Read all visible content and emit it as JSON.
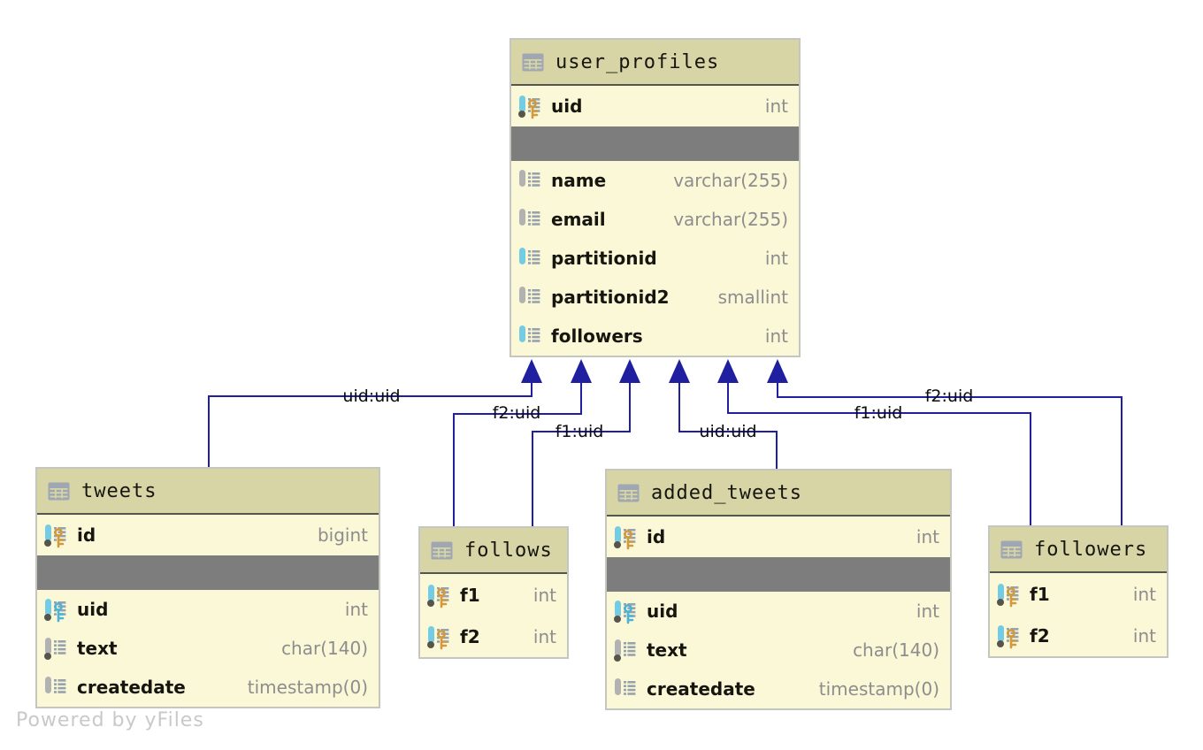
{
  "watermark": "Powered by yFiles",
  "colors": {
    "edge": "#1f1f9f",
    "table_header_bg": "#d7d4a6",
    "table_body_bg": "#fbf8d8",
    "separator_bar": "#7d7d7d",
    "key_gold": "#d29a3e",
    "key_blue": "#49b3d9",
    "column_bar_cyan": "#74cbe4",
    "column_bar_gray": "#b2b2b2"
  },
  "tables": [
    {
      "name": "user_profiles",
      "rows": [
        {
          "name": "uid",
          "type": "int",
          "icon": {
            "bar": "cyan",
            "key": "gold",
            "dot": "true"
          }
        },
        {
          "name": "name",
          "type": "varchar(255)",
          "icon": {
            "bar": "gray",
            "key": "none",
            "dot": "false"
          }
        },
        {
          "name": "email",
          "type": "varchar(255)",
          "icon": {
            "bar": "gray",
            "key": "none",
            "dot": "false"
          }
        },
        {
          "name": "partitionid",
          "type": "int",
          "icon": {
            "bar": "cyan",
            "key": "none",
            "dot": "false"
          }
        },
        {
          "name": "partitionid2",
          "type": "smallint",
          "icon": {
            "bar": "gray",
            "key": "none",
            "dot": "false"
          }
        },
        {
          "name": "followers",
          "type": "int",
          "icon": {
            "bar": "cyan",
            "key": "none",
            "dot": "false"
          }
        }
      ]
    },
    {
      "name": "tweets",
      "rows": [
        {
          "name": "id",
          "type": "bigint",
          "icon": {
            "bar": "cyan",
            "key": "gold",
            "dot": "true"
          }
        },
        {
          "name": "uid",
          "type": "int",
          "icon": {
            "bar": "cyan",
            "key": "blue",
            "dot": "true"
          }
        },
        {
          "name": "text",
          "type": "char(140)",
          "icon": {
            "bar": "gray",
            "key": "none",
            "dot": "true"
          }
        },
        {
          "name": "createdate",
          "type": "timestamp(0)",
          "icon": {
            "bar": "gray",
            "key": "none",
            "dot": "false"
          }
        }
      ]
    },
    {
      "name": "follows",
      "rows": [
        {
          "name": "f1",
          "type": "int",
          "icon": {
            "bar": "cyan",
            "key": "gold",
            "dot": "true"
          }
        },
        {
          "name": "f2",
          "type": "int",
          "icon": {
            "bar": "cyan",
            "key": "gold",
            "dot": "true"
          }
        }
      ]
    },
    {
      "name": "added_tweets",
      "rows": [
        {
          "name": "id",
          "type": "int",
          "icon": {
            "bar": "cyan",
            "key": "gold",
            "dot": "true"
          }
        },
        {
          "name": "uid",
          "type": "int",
          "icon": {
            "bar": "cyan",
            "key": "blue",
            "dot": "true"
          }
        },
        {
          "name": "text",
          "type": "char(140)",
          "icon": {
            "bar": "gray",
            "key": "none",
            "dot": "true"
          }
        },
        {
          "name": "createdate",
          "type": "timestamp(0)",
          "icon": {
            "bar": "gray",
            "key": "none",
            "dot": "false"
          }
        }
      ]
    },
    {
      "name": "followers",
      "rows": [
        {
          "name": "f1",
          "type": "int",
          "icon": {
            "bar": "cyan",
            "key": "gold",
            "dot": "true"
          }
        },
        {
          "name": "f2",
          "type": "int",
          "icon": {
            "bar": "cyan",
            "key": "gold",
            "dot": "true"
          }
        }
      ]
    }
  ],
  "relationships": [
    {
      "label": "uid:uid",
      "from": "tweets",
      "to": "user_profiles"
    },
    {
      "label": "f2:uid",
      "from": "follows",
      "to": "user_profiles"
    },
    {
      "label": "f1:uid",
      "from": "follows",
      "to": "user_profiles"
    },
    {
      "label": "uid:uid",
      "from": "added_tweets",
      "to": "user_profiles"
    },
    {
      "label": "f1:uid",
      "from": "followers",
      "to": "user_profiles"
    },
    {
      "label": "f2:uid",
      "from": "followers",
      "to": "user_profiles"
    }
  ]
}
